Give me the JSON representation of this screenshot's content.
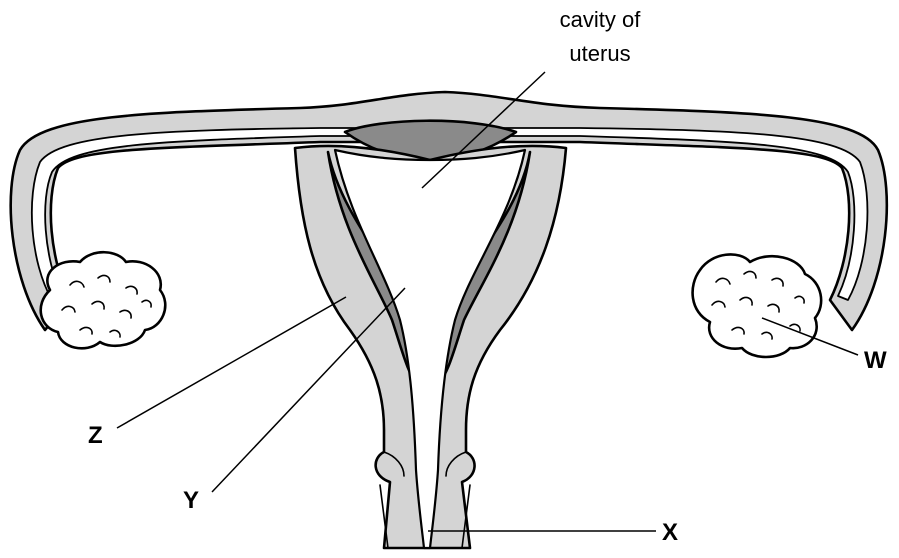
{
  "labels": {
    "cavity_line1": "cavity of",
    "cavity_line2": "uterus",
    "W": "W",
    "X": "X",
    "Y": "Y",
    "Z": "Z"
  },
  "colors": {
    "outer_wall": "#d4d4d4",
    "inner_lining": "#8a8a8a",
    "background": "#ffffff",
    "outline": "#000000"
  }
}
